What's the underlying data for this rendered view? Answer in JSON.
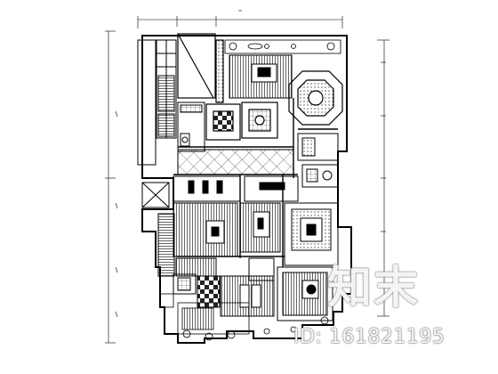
{
  "drawing": {
    "type": "architectural floor plan (CAD line drawing)",
    "line_color": "#000000",
    "background_color": "#ffffff"
  },
  "watermark": {
    "logo_text": "知末",
    "id_text": "ID: 161821195",
    "color": "#ffffff"
  }
}
